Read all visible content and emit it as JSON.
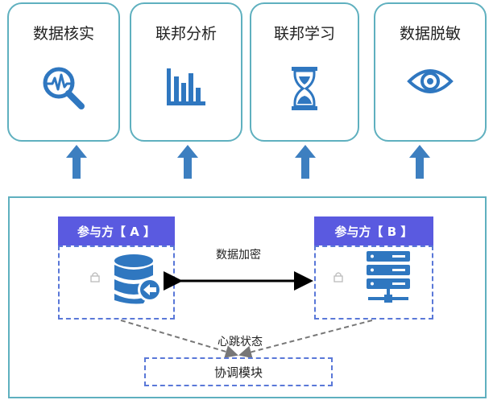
{
  "top_modules": [
    {
      "label": "数据核实",
      "icon": "magnifier-pulse-icon"
    },
    {
      "label": "联邦分析",
      "icon": "bar-chart-icon"
    },
    {
      "label": "联邦学习",
      "icon": "hourglass-icon"
    },
    {
      "label": "数据脱敏",
      "icon": "eye-icon"
    }
  ],
  "parties": {
    "a": {
      "title": "参与方【 A 】",
      "icon": "database-arrow-icon"
    },
    "b": {
      "title": "参与方【 B 】",
      "icon": "server-rack-icon"
    }
  },
  "links": {
    "encryption": "数据加密",
    "heartbeat": "心跳状态"
  },
  "coordinator": "协调模块",
  "colors": {
    "card_border": "#5fb0bf",
    "icon_blue": "#2f77c0",
    "arrow_blue": "#3d7fc0",
    "party_header": "#5a5ae0",
    "dashed_border": "#5a78d8"
  }
}
